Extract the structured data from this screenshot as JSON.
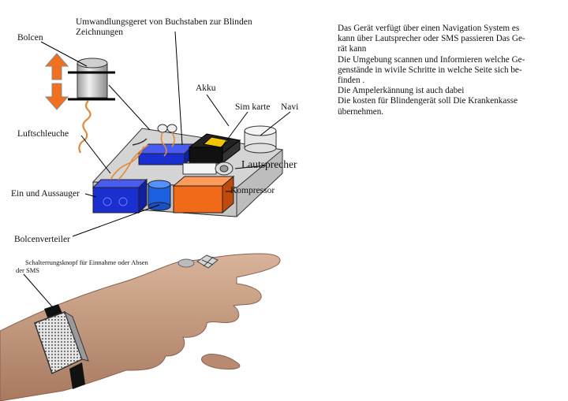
{
  "labels": {
    "title": [
      "Umwandlungsgeret  von Buchstaben zur Blinden",
      "Zeichnungen"
    ],
    "bolcen": "Bolcen",
    "luftschleuche": "Luftschleuche",
    "ein_aussauger": "Ein und Aussauger",
    "bolcenverteiler": "Bolcenverteiler",
    "akku": "Akku",
    "sim_karte": "Sim karte",
    "navi": "Navi",
    "lautsprecher": "Lautsprecher",
    "kompressor": "Kompressor",
    "schalter": [
      "Schalterrungsknopf für Einnahme oder Absen",
      "der SMS"
    ]
  },
  "description": [
    "Das Gerät verfügt über einen Navigation System es",
    "kann  über Lautsprecher oder SMS passieren Das Ge-",
    "rät kann",
    "Die Umgebung scannen und Informieren welche Ge-",
    "genstände in  wivile Schritte in welche Seite sich be-",
    "finden .",
    "Die Ampelerkännung  ist auch dabei",
    "Die kosten für Blindengerät soll Die Krankenkasse",
    "übernehmen."
  ],
  "colors": {
    "arrow": "#f07020",
    "platform": "#cfcfcf",
    "blue_box": "#1a2fd0",
    "orange_box": "#f06a1a",
    "cylinder": "#d8d8d8",
    "skin": "#c99d80"
  }
}
